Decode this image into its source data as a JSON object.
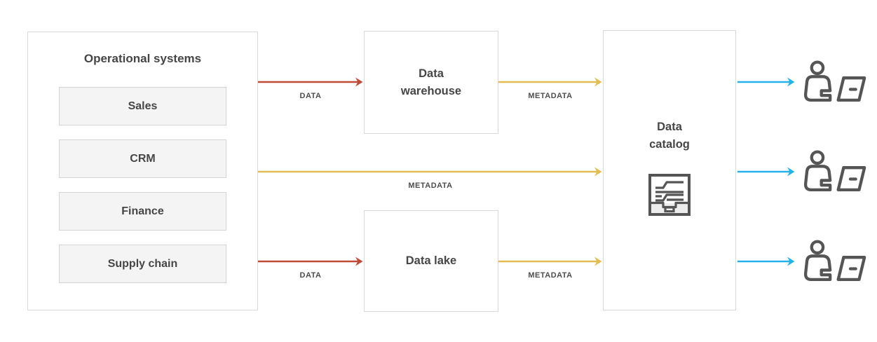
{
  "colors": {
    "data-arrow": "#bf4b37",
    "metadata-arrow": "#e2bd55",
    "user-arrow": "#25b2ea",
    "box-border": "#d9d9d9",
    "item-fill": "#f4f4f4",
    "item-border": "#d4d4d4",
    "text": "#464646",
    "label-text": "#4d4d4d",
    "icon-stroke": "#555555"
  },
  "operational_systems": {
    "title": "Operational systems",
    "items": [
      {
        "label": "Sales"
      },
      {
        "label": "CRM"
      },
      {
        "label": "Finance"
      },
      {
        "label": "Supply chain"
      }
    ]
  },
  "nodes": {
    "data_warehouse": {
      "label": "Data warehouse"
    },
    "data_lake": {
      "label": "Data lake"
    },
    "data_catalog": {
      "label": "Data catalog",
      "icon": "catalog-drawer-icon"
    }
  },
  "edges": [
    {
      "from": "Operational systems",
      "to": "Data warehouse",
      "label": "DATA",
      "type": "data"
    },
    {
      "from": "Data warehouse",
      "to": "Data catalog",
      "label": "METADATA",
      "type": "metadata"
    },
    {
      "from": "Operational systems",
      "to": "Data catalog",
      "label": "METADATA",
      "type": "metadata"
    },
    {
      "from": "Operational systems",
      "to": "Data lake",
      "label": "DATA",
      "type": "data"
    },
    {
      "from": "Data lake",
      "to": "Data catalog",
      "label": "METADATA",
      "type": "metadata"
    },
    {
      "from": "Data catalog",
      "to": "User 1",
      "label": "",
      "type": "user"
    },
    {
      "from": "Data catalog",
      "to": "User 2",
      "label": "",
      "type": "user"
    },
    {
      "from": "Data catalog",
      "to": "User 3",
      "label": "",
      "type": "user"
    }
  ],
  "users": {
    "count": 3,
    "icon": "person-at-laptop-icon"
  }
}
